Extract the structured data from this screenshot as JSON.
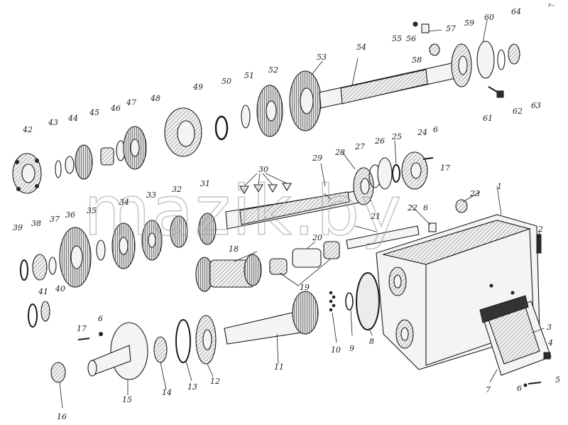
{
  "watermark": "mazik.by",
  "corner_mark": "r‑-",
  "part_numbers": [
    "1",
    "2",
    "3",
    "4",
    "5",
    "6",
    "7",
    "8",
    "9",
    "10",
    "11",
    "12",
    "13",
    "14",
    "15",
    "16",
    "17",
    "18",
    "19",
    "20",
    "21",
    "22",
    "23",
    "24",
    "25",
    "26",
    "27",
    "28",
    "29",
    "30",
    "31",
    "32",
    "33",
    "34",
    "35",
    "36",
    "37",
    "38",
    "39",
    "40",
    "41",
    "42",
    "43",
    "44",
    "45",
    "46",
    "47",
    "48",
    "49",
    "50",
    "51",
    "52",
    "53",
    "54",
    "55",
    "56",
    "57",
    "58",
    "59",
    "60",
    "61",
    "62",
    "63",
    "64"
  ],
  "labels": {
    "n1": "1",
    "n2": "2",
    "n3": "3",
    "n4": "4",
    "n5": "5",
    "n6a": "6",
    "n6b": "6",
    "n6c": "6",
    "n6d": "6",
    "n7": "7",
    "n8": "8",
    "n9": "9",
    "n10": "10",
    "n11": "11",
    "n12": "12",
    "n13": "13",
    "n14": "14",
    "n15": "15",
    "n16": "16",
    "n17a": "17",
    "n17b": "17",
    "n18": "18",
    "n19": "19",
    "n20": "20",
    "n21": "21",
    "n22": "22",
    "n23": "23",
    "n24": "24",
    "n25": "25",
    "n26": "26",
    "n27": "27",
    "n28": "28",
    "n29": "29",
    "n30": "30",
    "n31": "31",
    "n32": "32",
    "n33": "33",
    "n34": "34",
    "n35": "35",
    "n36": "36",
    "n37": "37",
    "n38": "38",
    "n39": "39",
    "n40": "40",
    "n41": "41",
    "n42": "42",
    "n43": "43",
    "n44": "44",
    "n45": "45",
    "n46": "46",
    "n47": "47",
    "n48": "48",
    "n49": "49",
    "n50": "50",
    "n51": "51",
    "n52": "52",
    "n53": "53",
    "n54": "54",
    "n55": "55",
    "n56": "56",
    "n57": "57",
    "n58": "58",
    "n59": "59",
    "n60": "60",
    "n61": "61",
    "n62": "62",
    "n63": "63",
    "n64": "64"
  },
  "colors": {
    "ink": "#1a1a1a",
    "paper": "#ffffff",
    "watermark": "#9a9a9a"
  }
}
